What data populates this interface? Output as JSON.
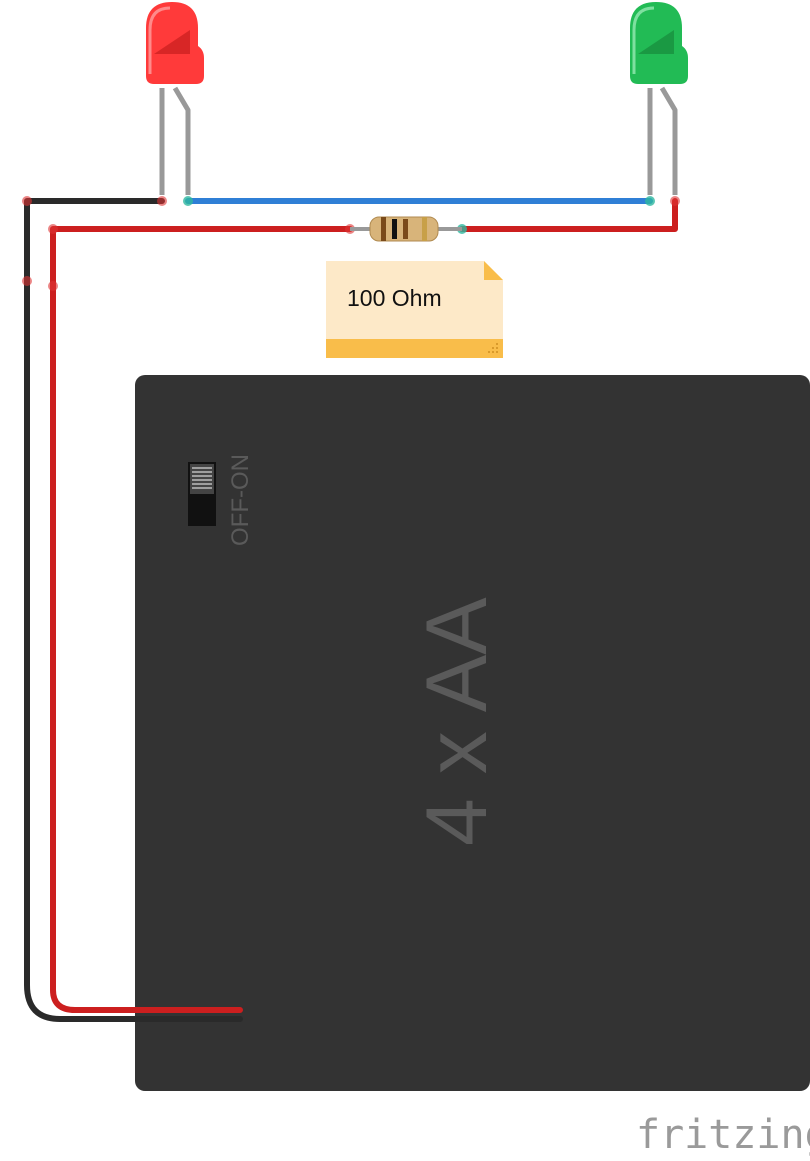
{
  "note": {
    "text": "100 Ohm"
  },
  "battery": {
    "label": "4 x AA",
    "switch_label": "OFF-ON"
  },
  "watermark": {
    "text": "fritzing"
  },
  "colors": {
    "background": "#ffffff",
    "battery_body": "#333333",
    "battery_text": "#5a5a5a",
    "wire_black": "#2a2a2a",
    "wire_red": "#cc1f1f",
    "wire_blue": "#2f7fd6",
    "led_red": "#ff3a3a",
    "led_green": "#22bb55",
    "note_body": "#fde9c8",
    "note_stripe": "#f9bd4a",
    "watermark": "#9a9a9a"
  },
  "components": {
    "led_red": "red-led-icon",
    "led_green": "green-led-icon",
    "resistor": "resistor-icon"
  }
}
